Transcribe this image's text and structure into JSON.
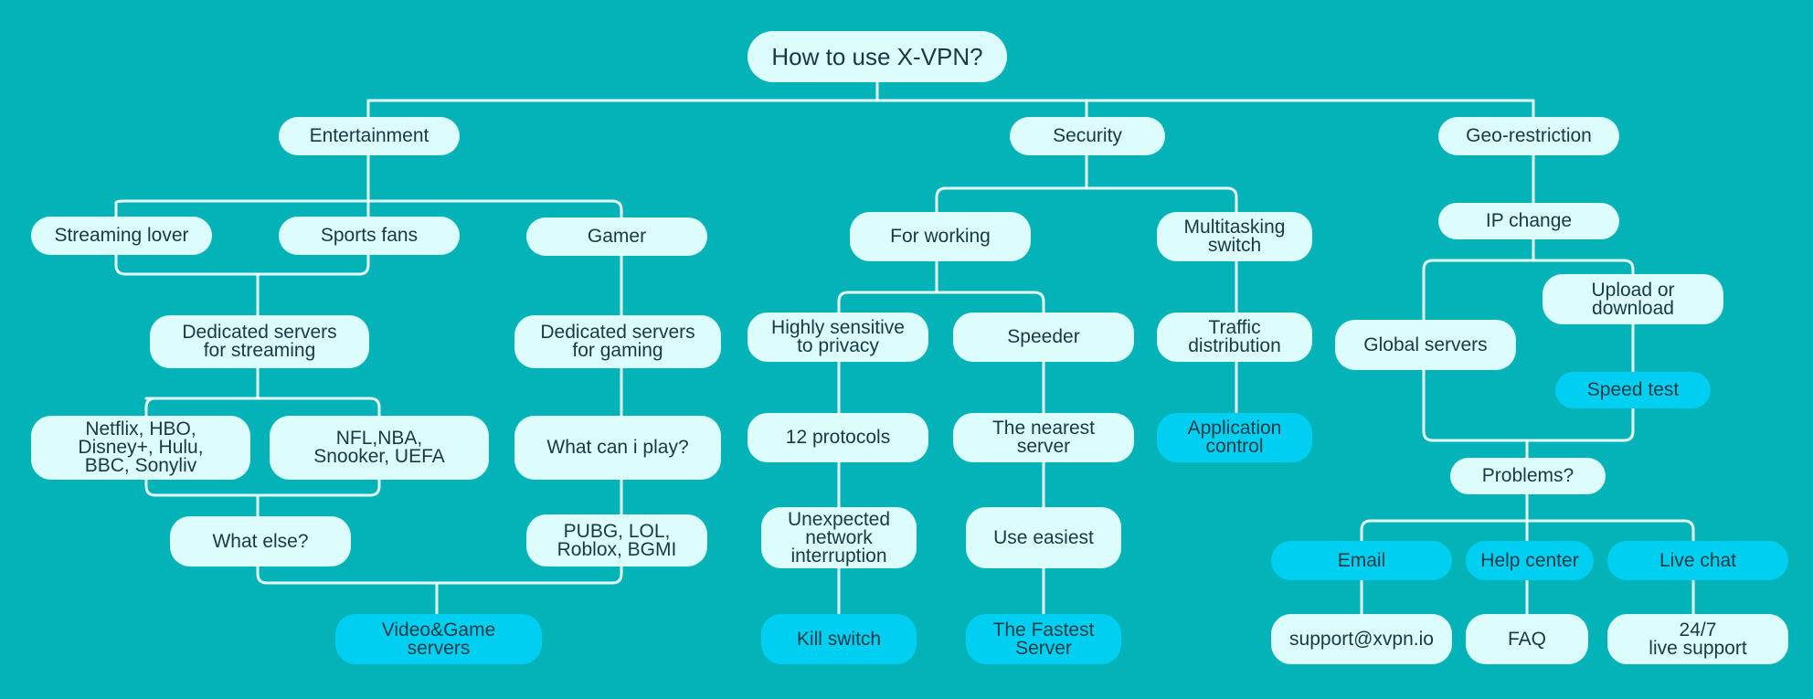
{
  "title": "How to use X-VPN?",
  "colors": {
    "background": "#03b3b8",
    "node": "#dcfdfc",
    "highlight": "#00cff2",
    "line": "#e6fdfd",
    "text": "#163a44"
  },
  "nodes": {
    "entertainment": "Entertainment",
    "security": "Security",
    "geo_restriction": "Geo-restriction",
    "streaming_lover": "Streaming lover",
    "sports_fans": "Sports fans",
    "gamer": "Gamer",
    "dedicated_streaming": "Dedicated servers\nfor streaming",
    "dedicated_gaming": "Dedicated servers\nfor gaming",
    "streaming_services": "Netflix, HBO,\nDisney+, Hulu,\nBBC, Sonyliv",
    "sports_services": "NFL,NBA,\nSnooker, UEFA",
    "what_can_i_play": "What can i play?",
    "what_else": "What else?",
    "games_list": "PUBG, LOL,\nRoblox, BGMI",
    "video_game_servers": "Video&Game\nservers",
    "for_working": "For working",
    "multitasking_switch": "Multitasking\nswitch",
    "highly_sensitive": "Highly sensitive\nto privacy",
    "speeder": "Speeder",
    "traffic_distribution": "Traffic\ndistribution",
    "protocols": "12 protocols",
    "nearest_server": "The nearest\nserver",
    "application_control": "Application\ncontrol",
    "unexpected_interruption": "Unexpected\nnetwork\ninterruption",
    "use_easiest": "Use easiest",
    "kill_switch": "Kill switch",
    "fastest_server": "The Fastest\nServer",
    "ip_change": "IP change",
    "upload_download": "Upload or\ndownload",
    "global_servers": "Global servers",
    "speed_test": "Speed test",
    "problems": "Problems?",
    "email": "Email",
    "help_center": "Help center",
    "live_chat": "Live chat",
    "support_email": "support@xvpn.io",
    "faq": "FAQ",
    "live_support": "24/7\nlive support"
  }
}
